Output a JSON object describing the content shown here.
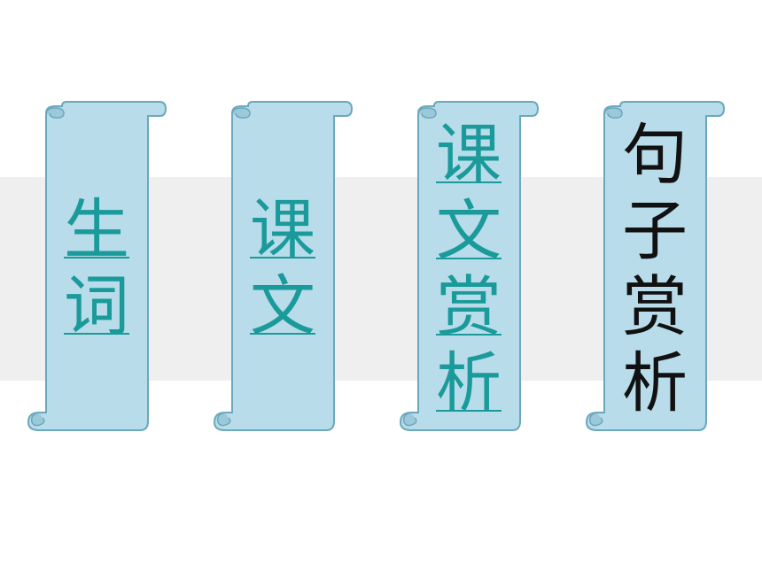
{
  "colors": {
    "scroll_fill": "#b8dce9",
    "scroll_edge": "#6ba8bd",
    "link_text": "#1a9a9a",
    "plain_text": "#111111",
    "band": "#efefef"
  },
  "scrolls": [
    {
      "label": [
        "生",
        "词"
      ],
      "is_link": true
    },
    {
      "label": [
        "课",
        "文"
      ],
      "is_link": true
    },
    {
      "label": [
        "课",
        "文",
        "赏",
        "析"
      ],
      "is_link": true
    },
    {
      "label": [
        "句",
        "子",
        "赏",
        "析"
      ],
      "is_link": false
    }
  ]
}
